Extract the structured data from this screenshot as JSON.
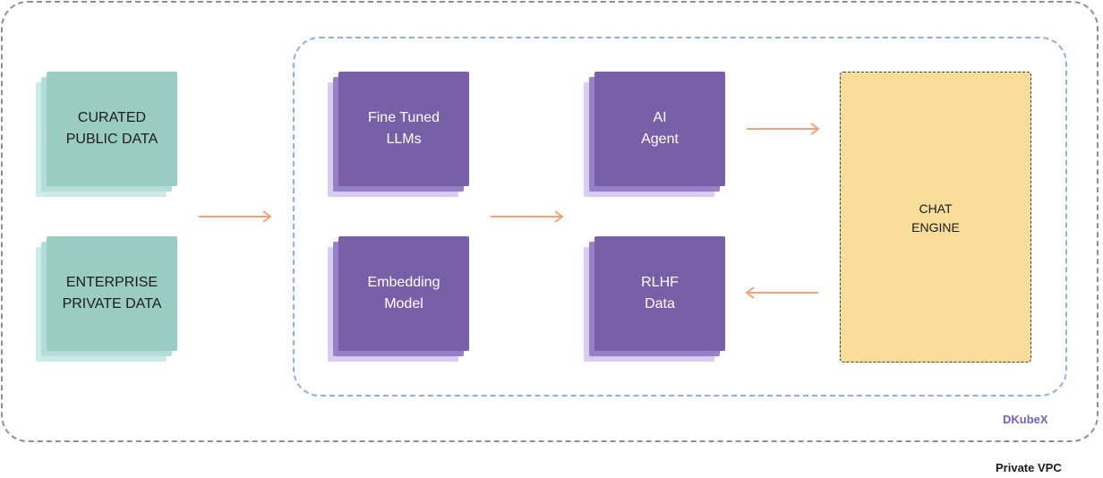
{
  "boxes": {
    "curated": [
      "CURATED",
      "PUBLIC DATA"
    ],
    "enterprise": [
      "ENTERPRISE",
      "PRIVATE DATA"
    ],
    "fine_tuned": [
      "Fine Tuned",
      "LLMs"
    ],
    "embedding": [
      "Embedding",
      "Model"
    ],
    "ai_agent": [
      "AI",
      "Agent"
    ],
    "rlhf": [
      "RLHF",
      "Data"
    ],
    "chat_engine": [
      "CHAT",
      "ENGINE"
    ]
  },
  "labels": {
    "dkubex": "DKubeX",
    "private_vpc": "Private VPC"
  },
  "colors": {
    "teal": "#9bccc2",
    "purple": "#7860a8",
    "chat": "#f8dc9a",
    "arrow": "#f0a27a",
    "dkubex_text": "#7a61ae"
  }
}
